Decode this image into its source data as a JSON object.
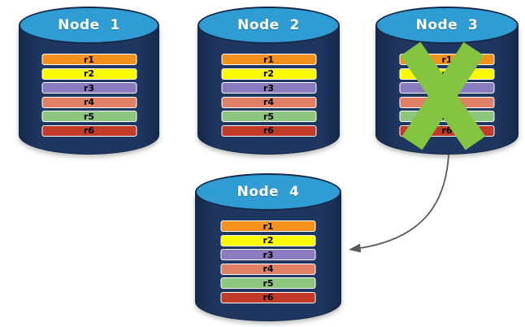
{
  "diagram": {
    "nodes": [
      {
        "id": "node-1",
        "label": "Node  1",
        "failed": false,
        "rows": [
          "r1",
          "r2",
          "r3",
          "r4",
          "r5",
          "r6"
        ]
      },
      {
        "id": "node-2",
        "label": "Node  2",
        "failed": false,
        "rows": [
          "r1",
          "r2",
          "r3",
          "r4",
          "r5",
          "r6"
        ]
      },
      {
        "id": "node-3",
        "label": "Node  3",
        "failed": true,
        "rows": [
          "r1",
          "r2",
          "r3",
          "r4",
          "r5",
          "r6"
        ]
      },
      {
        "id": "node-4",
        "label": "Node  4",
        "failed": false,
        "rows": [
          "r1",
          "r2",
          "r3",
          "r4",
          "r5",
          "r6"
        ]
      }
    ],
    "row_colors": {
      "r1": "#F5921E",
      "r2": "#FBFB00",
      "r3": "#8A7BBE",
      "r4": "#E08066",
      "r5": "#8FC67F",
      "r6": "#C23A28"
    },
    "colors": {
      "cylinder_body": "#1F3660",
      "cylinder_top": "#2F9CD4",
      "cylinder_outline": "#152A4A",
      "bar_border": "#FFFFFF",
      "bar_text": "#000000",
      "title_text": "#FFFFFF",
      "x_mark": "#85C440",
      "arrow": "#595959"
    },
    "x_mark": {
      "icon": "x-mark-icon",
      "node": "node-3"
    },
    "arrow": {
      "from": "node-3",
      "to": "node-4"
    }
  }
}
